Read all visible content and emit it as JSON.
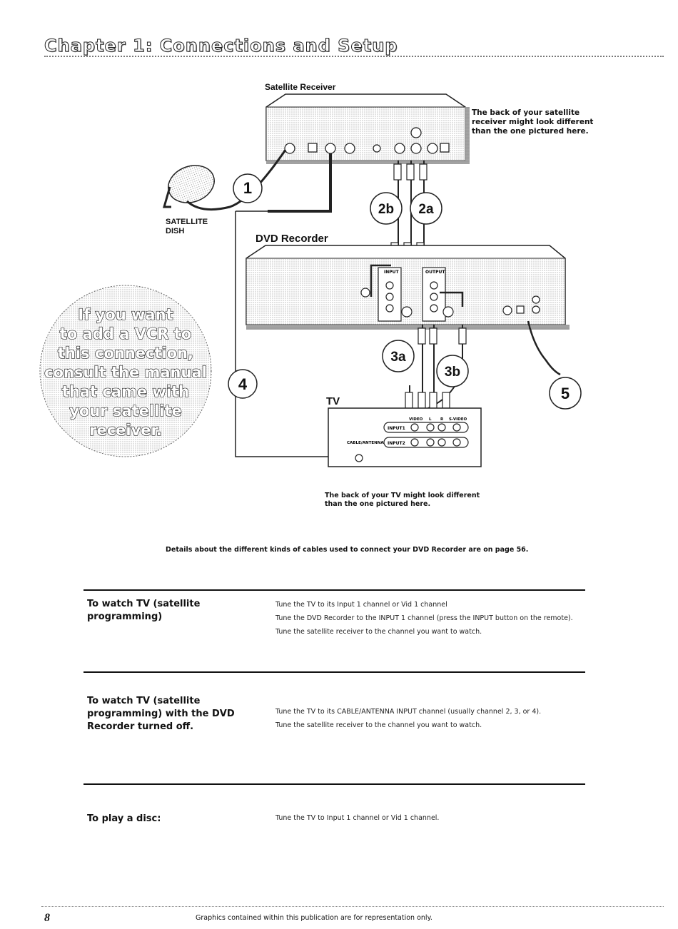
{
  "header": {
    "chapter_title": "Chapter 1: Connections and Setup"
  },
  "diagram": {
    "satellite_receiver_label": "Satellite Receiver",
    "satellite_note": "The back of your satellite receiver might look different than the one pictured here.",
    "satellite_dish_label_1": "SATELLITE",
    "satellite_dish_label_2": "DISH",
    "dvd_recorder_label": "DVD Recorder",
    "tv_label": "TV",
    "vcr_callout": [
      "If you want",
      "to add a VCR to",
      "this connection,",
      "consult the manual",
      "that came with",
      "your satellite",
      "receiver."
    ],
    "steps": [
      "1",
      "2b",
      "2a",
      "3a",
      "3b",
      "4",
      "5"
    ],
    "tv_panel": {
      "input1": "INPUT1",
      "input2": "INPUT2",
      "cable": "CABLE/ANTENNA",
      "cols": [
        "VIDEO",
        "L",
        "R",
        "S-VIDEO"
      ]
    },
    "dvd_panel": {
      "input": "INPUT",
      "output": "OUTPUT"
    },
    "tv_note": "The back of your TV might look different than the one pictured here."
  },
  "details": "Details about the different kinds of cables used to connect your DVD Recorder are on page 56.",
  "sections": [
    {
      "title": "To watch TV (satellite programming)",
      "steps": [
        "Tune the TV to its Input 1 channel or Vid 1 channel",
        "Tune the DVD Recorder to the INPUT 1 channel (press the INPUT button on the remote).",
        "Tune the satellite receiver to the channel you want to watch."
      ]
    },
    {
      "title": "To watch TV (satellite programming) with the DVD Recorder turned off.",
      "steps": [
        "Tune the TV to its CABLE/ANTENNA INPUT channel (usually channel 2, 3, or 4).",
        "Tune the satellite receiver to the channel you want to watch."
      ]
    },
    {
      "title": "To play a disc:",
      "steps": [
        "Tune the TV to Input 1 channel or Vid 1 channel."
      ]
    }
  ],
  "footer": {
    "page_number": "8",
    "disclaimer": "Graphics contained within this publication are for representation only."
  }
}
